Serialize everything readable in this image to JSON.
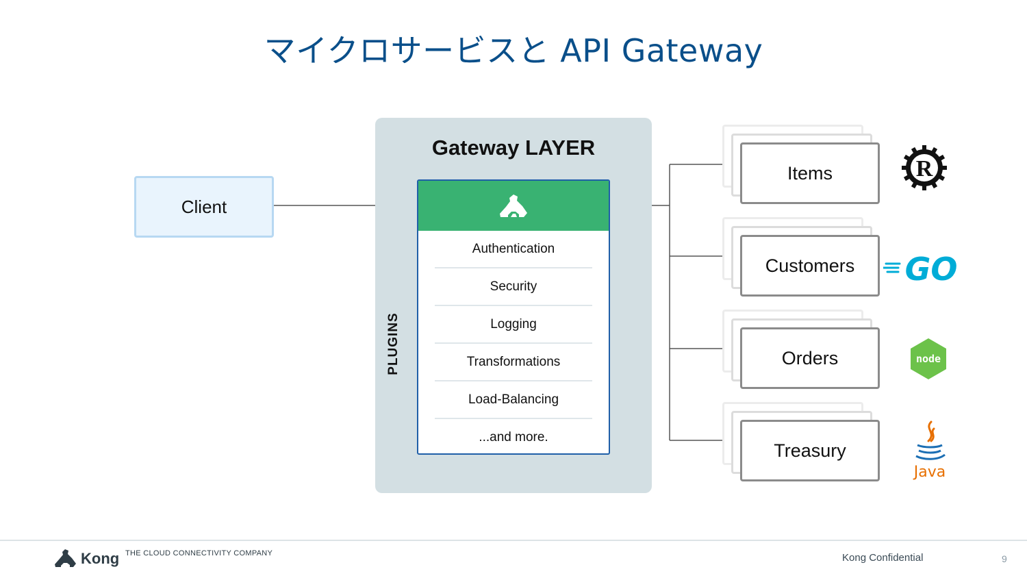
{
  "title": "マイクロサービスと API Gateway",
  "client": {
    "label": "Client"
  },
  "gateway": {
    "title": "Gateway LAYER",
    "plugins_label": "PLUGINS",
    "plugins": [
      "Authentication",
      "Security",
      "Logging",
      "Transformations",
      "Load-Balancing",
      "...and more."
    ]
  },
  "services": [
    {
      "label": "Items",
      "logo": "rust-logo-icon"
    },
    {
      "label": "Customers",
      "logo": "go-logo-icon"
    },
    {
      "label": "Orders",
      "logo": "nodejs-logo-icon"
    },
    {
      "label": "Treasury",
      "logo": "java-logo-icon"
    }
  ],
  "logos": {
    "go_text": "GO",
    "node_text": "node",
    "java_text": "Java",
    "rust_text": "R"
  },
  "colors": {
    "title": "#0a4f8a",
    "gateway_green": "#39b272",
    "layer_bg": "#d3dfe3",
    "client_bg": "#e9f4fd",
    "go_blue": "#00acd7",
    "node_green": "#6cc24a",
    "java_orange": "#e76f00"
  },
  "footer": {
    "brand": "Kong",
    "tagline": "THE CLOUD CONNECTIVITY COMPANY",
    "confidential": "Kong Confidential",
    "page": "9"
  }
}
